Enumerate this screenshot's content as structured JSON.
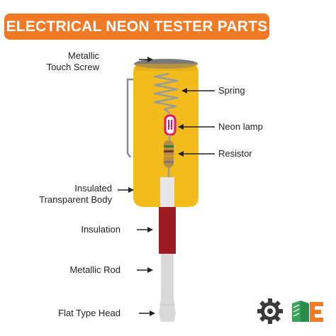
{
  "title": "ELECTRICAL NEON TESTER PARTS",
  "labels": {
    "touch_screw_line1": "Metallic",
    "touch_screw_line2": "Touch Screw",
    "spring": "Spring",
    "neon_lamp": "Neon lamp",
    "resistor": "Resistor",
    "body_line1": "Insulated",
    "body_line2": "Transparent Body",
    "insulation": "Insulation",
    "rod": "Metallic Rod",
    "head": "Flat Type Head"
  },
  "icons": {
    "gear_logo": "gear-logo-icon",
    "brand_logo": "brand-e-logo-icon"
  },
  "colors": {
    "banner": "#f07a25",
    "body": "#f2bd1c",
    "insulation": "#9e1b22",
    "rod": "#d9d9d9",
    "screw": "#7a7a7a",
    "lamp": "#e5156b",
    "arrow": "#222222"
  }
}
